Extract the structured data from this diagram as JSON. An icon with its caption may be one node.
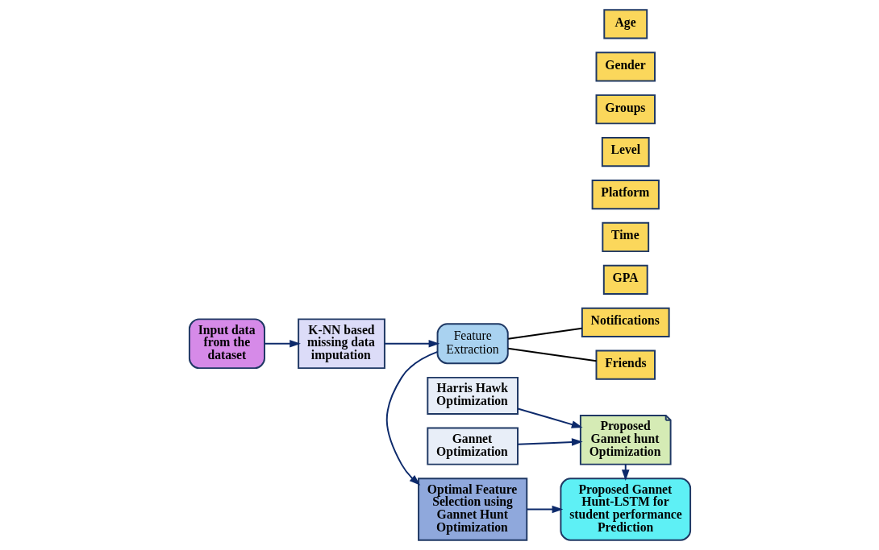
{
  "diagram": {
    "nodes": [
      {
        "text": [
          "Input data from the dataset"
        ]
      },
      {
        "text": [
          "K-NN based missing data imputation"
        ]
      },
      {
        "text": [
          "Feature Extraction"
        ]
      },
      {
        "text": [
          "Notifications"
        ]
      },
      {
        "text": [
          "GPA"
        ]
      },
      {
        "text": [
          "Time"
        ]
      },
      {
        "text": [
          "Platform"
        ]
      },
      {
        "text": [
          "Level"
        ]
      },
      {
        "text": [
          "Groups"
        ]
      },
      {
        "text": [
          "Gender"
        ]
      },
      {
        "text": [
          "Friends"
        ]
      },
      {
        "text": [
          "Age"
        ]
      },
      {
        "text": [
          "Optimal Feature Selection using Gannet Hunt Optimization"
        ]
      },
      {
        "text": [
          "Proposed Gannet Hunt-LSTM for student performance Prediction"
        ]
      },
      {
        "text": [
          "Proposed Gannet hunt Optimization"
        ]
      },
      {
        "text": [
          "Harris Hawk Optimization"
        ]
      },
      {
        "text": [
          "Gannet Optimization"
        ]
      }
    ],
    "edges": [
      {
        "from": 0,
        "to": 1,
        "arrow": "to"
      },
      {
        "from": 1,
        "to": 2,
        "arrow": "to"
      },
      {
        "from": 2,
        "to": 3,
        "arrow": "none",
        "color": "#000000"
      },
      {
        "from": 2,
        "to": 10,
        "arrow": "none",
        "color": "#000000"
      },
      {
        "from": 2,
        "to": 12,
        "arrow": "to"
      },
      {
        "from": 12,
        "to": 13,
        "arrow": "to"
      },
      {
        "from": 14,
        "to": 13,
        "arrow": "to"
      },
      {
        "from": 15,
        "to": 14,
        "arrow": "to"
      },
      {
        "from": 16,
        "to": 14,
        "arrow": "to"
      }
    ]
  }
}
